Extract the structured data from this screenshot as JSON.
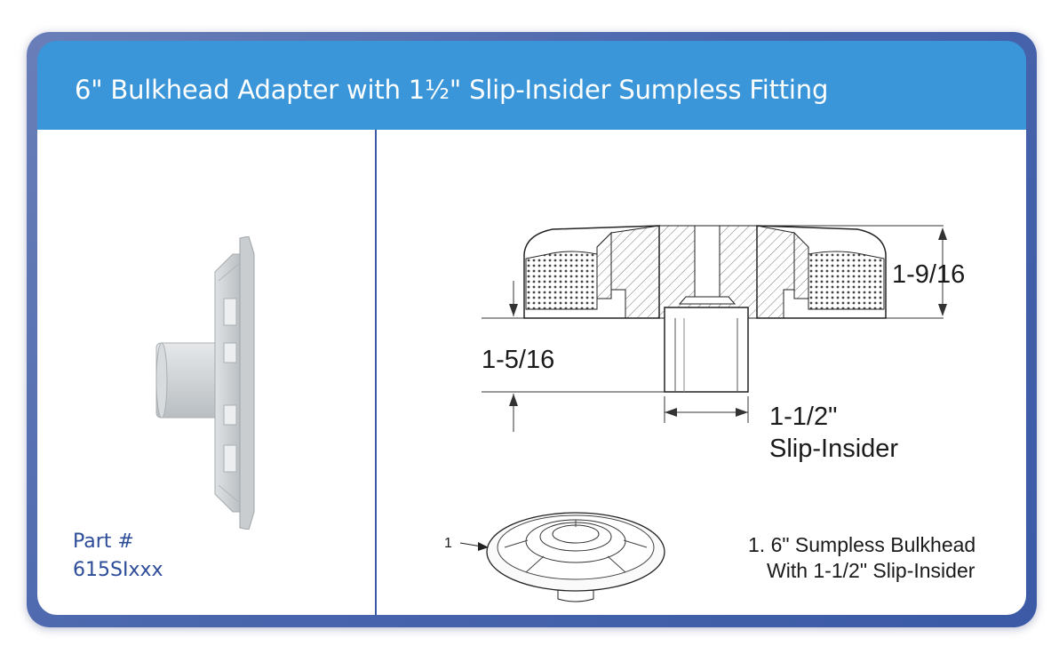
{
  "header": {
    "title": "6\" Bulkhead Adapter with 1½\" Slip-Insider Sumpless Fitting"
  },
  "part": {
    "label": "Part #",
    "number": "615SIxxx"
  },
  "drawing": {
    "dim_height_top": "1-9/16",
    "dim_height_bottom": "1-5/16",
    "dim_pipe_size": "1-1/2\"",
    "dim_pipe_type": "Slip-Insider",
    "callout_number": "1",
    "callout_line1": "1. 6\" Sumpless Bulkhead",
    "callout_line2": "With 1-1/2\" Slip-Insider"
  },
  "colors": {
    "frame": "#3b5aa6",
    "header": "#3a96d8",
    "part_text": "#2d4c9a"
  }
}
